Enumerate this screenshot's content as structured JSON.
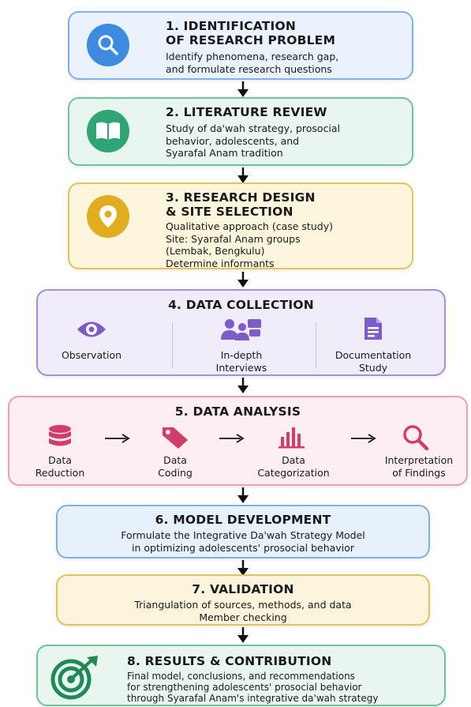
{
  "steps": [
    {
      "title_lines": [
        "1. IDENTIFICATION",
        "OF RESEARCH PROBLEM"
      ],
      "desc_lines": [
        "Identify phenomena, research gap,",
        "and formulate research questions"
      ],
      "icon": "search-icon"
    },
    {
      "title_lines": [
        "2. LITERATURE REVIEW"
      ],
      "desc_lines": [
        "Study of da'wah strategy, prosocial",
        "behavior, adolescents, and",
        "Syarafal Anam tradition"
      ],
      "icon": "book-icon"
    },
    {
      "title_lines": [
        "3. RESEARCH DESIGN",
        "& SITE SELECTION"
      ],
      "desc_lines": [
        "Qualitative approach (case study)",
        "Site: Syarafal Anam groups",
        "(Lembak, Bengkulu)",
        "Determine informants"
      ],
      "icon": "location-pin-icon"
    },
    {
      "title": "4. DATA COLLECTION",
      "methods": [
        {
          "label_lines": [
            "Observation"
          ],
          "icon": "eye-icon"
        },
        {
          "label_lines": [
            "In-depth",
            "Interviews"
          ],
          "icon": "people-chat-icon"
        },
        {
          "label_lines": [
            "Documentation",
            "Study"
          ],
          "icon": "document-icon"
        }
      ]
    },
    {
      "title": "5. DATA ANALYSIS",
      "stages": [
        {
          "label_lines": [
            "Data",
            "Reduction"
          ],
          "icon": "database-icon"
        },
        {
          "label_lines": [
            "Data",
            "Coding"
          ],
          "icon": "tag-icon"
        },
        {
          "label_lines": [
            "Data",
            "Categorization"
          ],
          "icon": "bar-chart-icon"
        },
        {
          "label_lines": [
            "Interpretation",
            "of Findings"
          ],
          "icon": "search-icon"
        }
      ]
    },
    {
      "title": "6. MODEL DEVELOPMENT",
      "desc_lines": [
        "Formulate the Integrative Da'wah Strategy Model",
        "in optimizing adolescents' prosocial behavior"
      ]
    },
    {
      "title": "7. VALIDATION",
      "desc_lines": [
        "Triangulation of sources, methods, and data",
        "Member checking"
      ]
    },
    {
      "title": "8. RESULTS & CONTRIBUTION",
      "desc_lines": [
        "Final model, conclusions, and recommendations",
        "for strengthening adolescents' prosocial behavior",
        "through Syarafal Anam's integrative da'wah strategy"
      ],
      "icon": "target-icon"
    }
  ],
  "colors": {
    "step1_bg": "#eaf2fd",
    "step1_border": "#7fb0e6",
    "step1_icon": "#3d8be0",
    "step2_bg": "#e8f6ef",
    "step2_border": "#6cc59a",
    "step2_icon": "#2fa574",
    "step3_bg": "#fdf6dc",
    "step3_border": "#e6c35a",
    "step3_icon": "#e2ac1f",
    "step4_bg": "#f1ecfa",
    "step4_border": "#a48fd8",
    "step4_icon": "#7b5cc8",
    "step5_bg": "#fdeef2",
    "step5_border": "#ea9fb3",
    "step5_icon": "#d23d69",
    "step6_bg": "#e6f1fc",
    "step6_border": "#7fb0e6",
    "step7_bg": "#fdf4dc",
    "step7_border": "#e6c35a",
    "step8_bg": "#e8f6ef",
    "step8_border": "#6cc59a",
    "step8_icon": "#1f8a57"
  }
}
